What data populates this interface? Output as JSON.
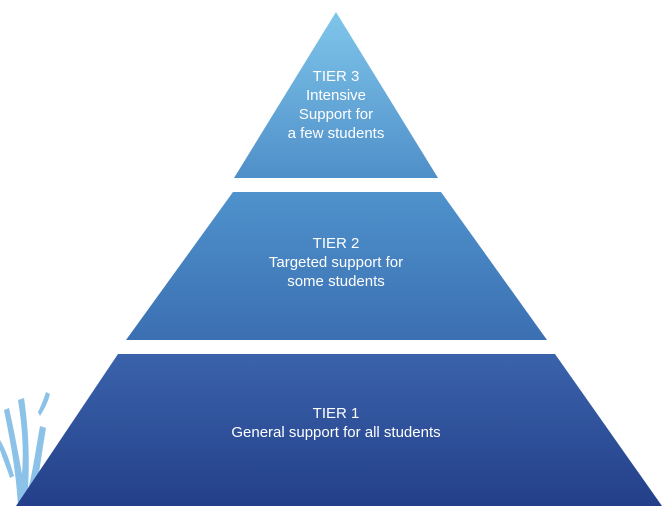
{
  "tiers": [
    {
      "label": "TIER 3\nIntensive\nSupport for\na few students"
    },
    {
      "label": "TIER 2\nTargeted support for\nsome students"
    },
    {
      "label": "TIER 1\nGeneral support for all students"
    }
  ],
  "colors": {
    "tier3_top": "#7fc6ea",
    "tier3_bottom": "#4f8fc9",
    "tier2_top": "#4f92cc",
    "tier2_bottom": "#3b6fb2",
    "tier1_top": "#3a63ab",
    "tier1_bottom": "#243f8a",
    "coral": "#86bfe6",
    "text": "#ffffff"
  },
  "decoration": {
    "icon": "coral-icon"
  }
}
